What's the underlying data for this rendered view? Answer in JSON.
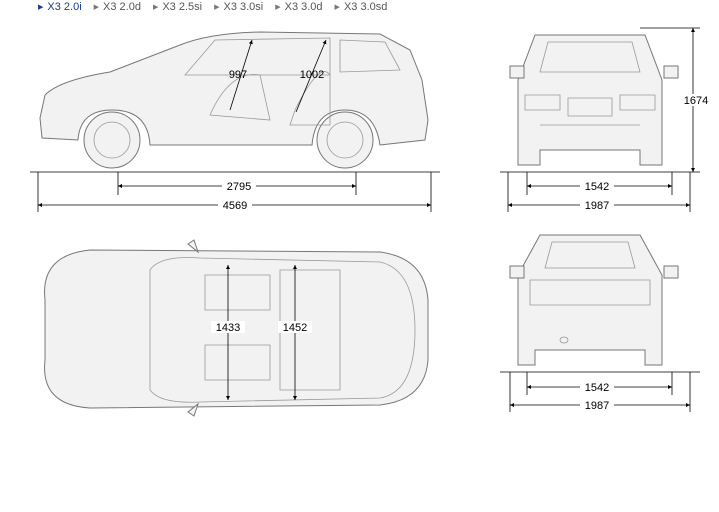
{
  "tabs": [
    {
      "label": "X3 2.0i",
      "active": true
    },
    {
      "label": "X3 2.0d",
      "active": false
    },
    {
      "label": "X3 2.5si",
      "active": false
    },
    {
      "label": "X3 3.0si",
      "active": false
    },
    {
      "label": "X3 3.0d",
      "active": false
    },
    {
      "label": "X3 3.0sd",
      "active": false
    }
  ],
  "dimensions": {
    "side": {
      "front_headroom": "997",
      "rear_headroom": "1002",
      "wheelbase": "2795",
      "length": "4569"
    },
    "front": {
      "height": "1674",
      "track": "1542",
      "width": "1987"
    },
    "top": {
      "front_width": "1433",
      "rear_width": "1452"
    },
    "rear": {
      "track": "1542",
      "width": "1987"
    }
  }
}
